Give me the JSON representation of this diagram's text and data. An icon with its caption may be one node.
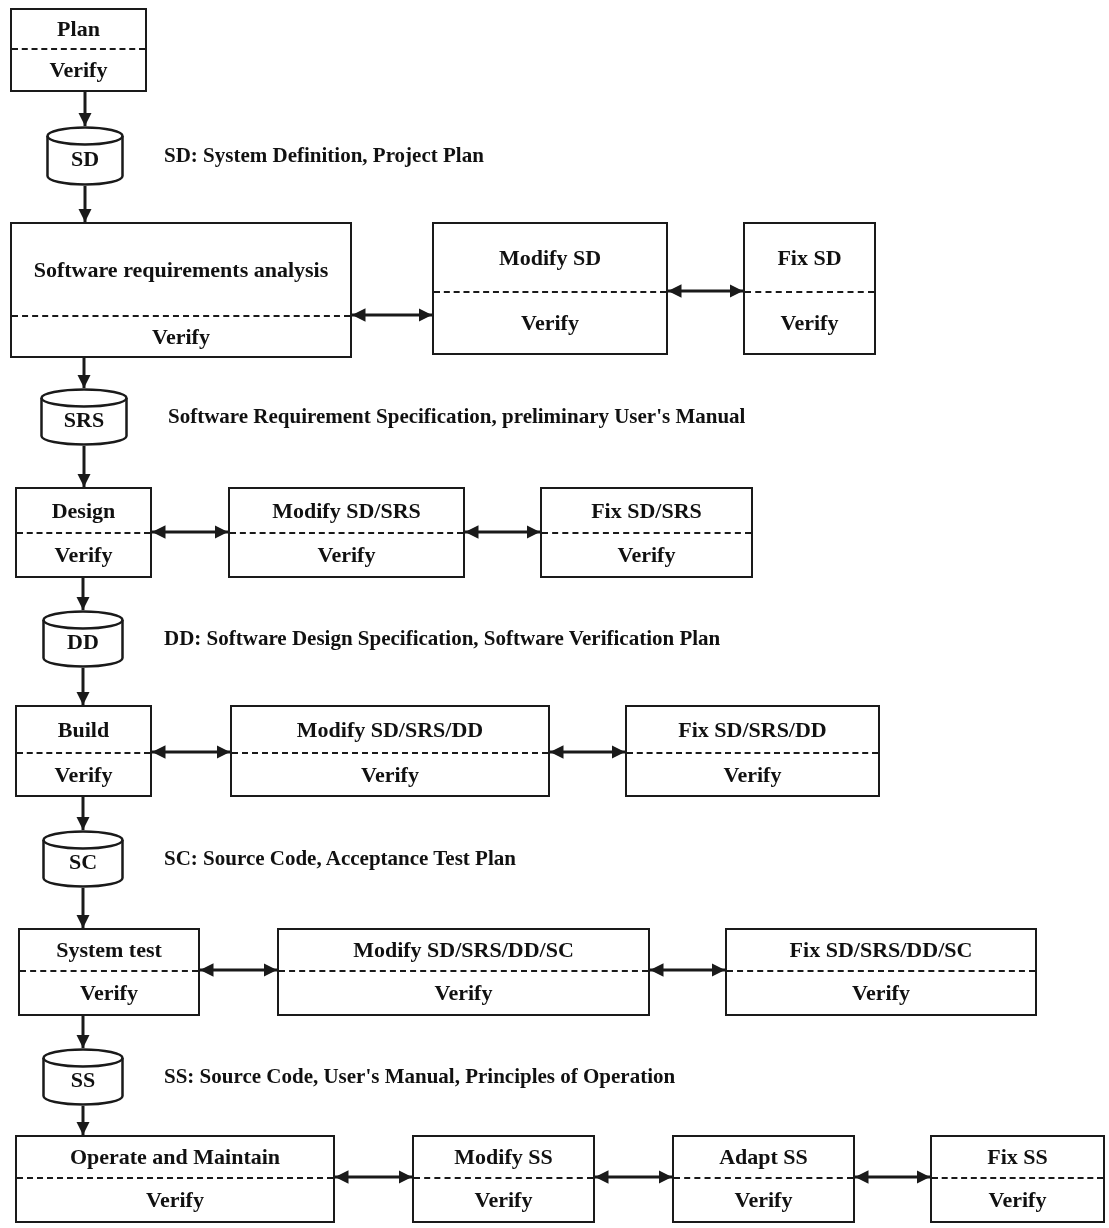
{
  "diagram": {
    "nodes": [
      {
        "text": [
          "Plan",
          "Verify"
        ]
      },
      {
        "text": [
          "SD"
        ],
        "beside": [
          "SD: System Definition, Project Plan"
        ]
      },
      {
        "text": [
          "Software requirements analysis",
          "Verify"
        ]
      },
      {
        "text": [
          "Modify SD",
          "Verify"
        ]
      },
      {
        "text": [
          "Fix SD",
          "Verify"
        ]
      },
      {
        "text": [
          "SRS"
        ],
        "beside": [
          "Software Requirement Specification, preliminary User's Manual"
        ]
      },
      {
        "text": [
          "Design",
          "Verify"
        ]
      },
      {
        "text": [
          "Modify SD/SRS",
          "Verify"
        ]
      },
      {
        "text": [
          "Fix SD/SRS",
          "Verify"
        ]
      },
      {
        "text": [
          "DD"
        ],
        "beside": [
          "DD: Software Design Specification, Software Verification Plan"
        ]
      },
      {
        "text": [
          "Build",
          "Verify"
        ]
      },
      {
        "text": [
          "Modify SD/SRS/DD",
          "Verify"
        ]
      },
      {
        "text": [
          "Fix SD/SRS/DD",
          "Verify"
        ]
      },
      {
        "text": [
          "SC"
        ],
        "beside": [
          "SC: Source Code, Acceptance Test Plan"
        ]
      },
      {
        "text": [
          "System test",
          "Verify"
        ]
      },
      {
        "text": [
          "Modify SD/SRS/DD/SC",
          "Verify"
        ]
      },
      {
        "text": [
          "Fix SD/SRS/DD/SC",
          "Verify"
        ]
      },
      {
        "text": [
          "SS"
        ],
        "beside": [
          "SS: Source Code, User's Manual, Principles of Operation"
        ]
      },
      {
        "text": [
          "Operate and Maintain",
          "Verify"
        ]
      },
      {
        "text": [
          "Modify SS",
          "Verify"
        ]
      },
      {
        "text": [
          "Adapt SS",
          "Verify"
        ]
      },
      {
        "text": [
          "Fix SS",
          "Verify"
        ]
      }
    ],
    "edges": [
      {
        "from": 0,
        "to": 1,
        "arrow": "to"
      },
      {
        "from": 1,
        "to": 2,
        "arrow": "to"
      },
      {
        "from": 2,
        "to": 3,
        "arrow": "both"
      },
      {
        "from": 3,
        "to": 4,
        "arrow": "both"
      },
      {
        "from": 2,
        "to": 5,
        "arrow": "to"
      },
      {
        "from": 5,
        "to": 6,
        "arrow": "to"
      },
      {
        "from": 6,
        "to": 7,
        "arrow": "both"
      },
      {
        "from": 7,
        "to": 8,
        "arrow": "both"
      },
      {
        "from": 6,
        "to": 9,
        "arrow": "to"
      },
      {
        "from": 9,
        "to": 10,
        "arrow": "to"
      },
      {
        "from": 10,
        "to": 11,
        "arrow": "both"
      },
      {
        "from": 11,
        "to": 12,
        "arrow": "both"
      },
      {
        "from": 10,
        "to": 13,
        "arrow": "to"
      },
      {
        "from": 13,
        "to": 14,
        "arrow": "to"
      },
      {
        "from": 14,
        "to": 15,
        "arrow": "both"
      },
      {
        "from": 15,
        "to": 16,
        "arrow": "both"
      },
      {
        "from": 14,
        "to": 17,
        "arrow": "to"
      },
      {
        "from": 17,
        "to": 18,
        "arrow": "to"
      },
      {
        "from": 18,
        "to": 19,
        "arrow": "both"
      },
      {
        "from": 19,
        "to": 20,
        "arrow": "both"
      },
      {
        "from": 20,
        "to": 21,
        "arrow": "both"
      }
    ]
  }
}
